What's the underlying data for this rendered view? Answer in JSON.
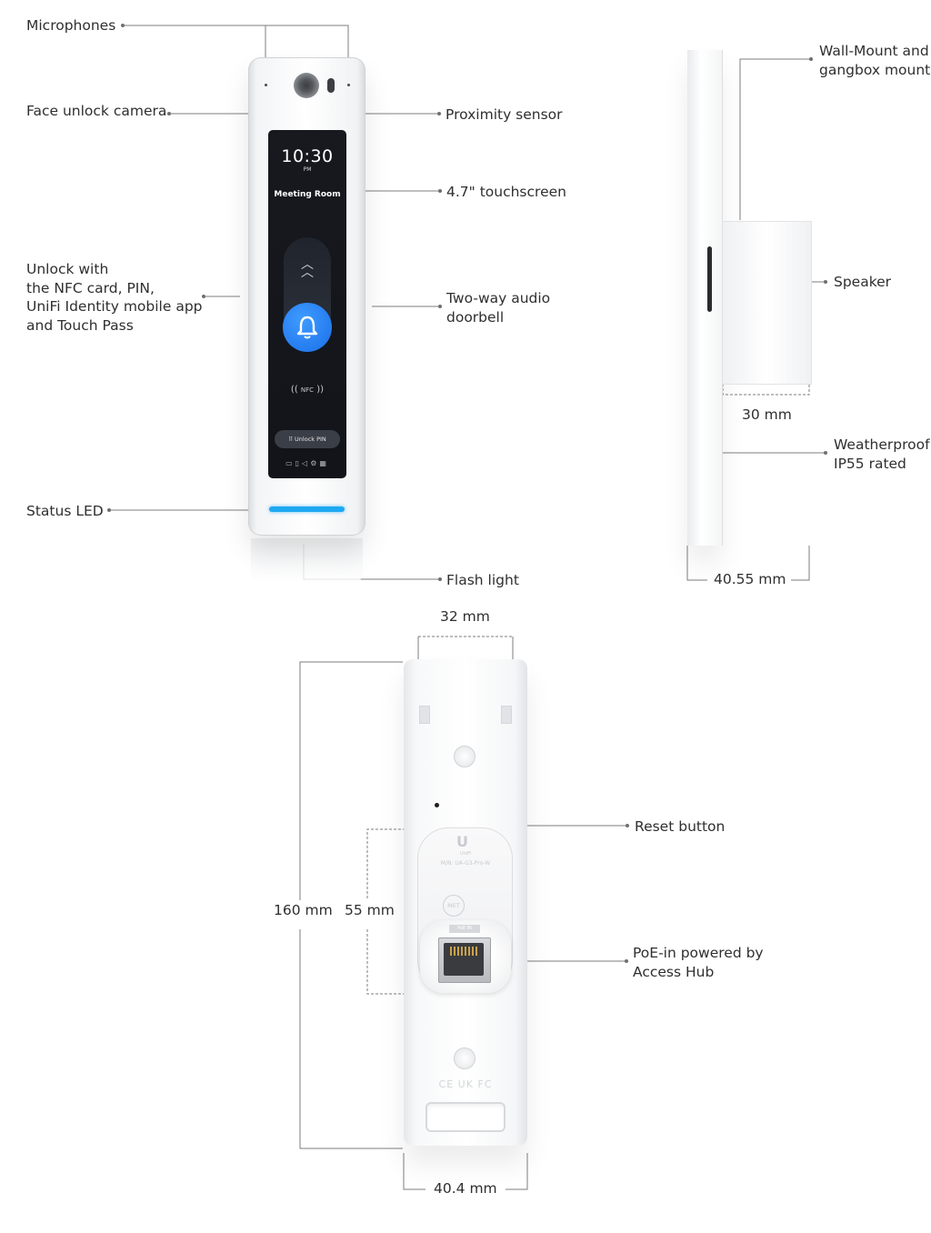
{
  "front_view": {
    "screen": {
      "time": "10:30",
      "ampm": "PM",
      "room": "Meeting Room",
      "nfc_label": "NFC",
      "unlock_pin_button": "Unlock PIN"
    },
    "labels": {
      "microphones": "Microphones",
      "face_unlock_camera": "Face unlock camera",
      "proximity_sensor": "Proximity sensor",
      "touchscreen": "4.7\" touchscreen",
      "unlock_with": [
        "Unlock with",
        "the NFC card, PIN,",
        "UniFi Identity mobile app",
        "and Touch Pass"
      ],
      "two_way_audio": [
        "Two-way audio",
        "doorbell"
      ],
      "status_led": "Status LED",
      "flash_light": "Flash light"
    },
    "led_color": "#1fa8f2"
  },
  "side_view": {
    "labels": {
      "wall_mount": [
        "Wall-Mount and",
        "gangbox mount"
      ],
      "speaker": "Speaker",
      "weatherproof": [
        "Weatherproof",
        "IP55 rated"
      ]
    },
    "dimensions": {
      "depth_mount": "30 mm",
      "depth_total": "40.55 mm"
    }
  },
  "back_view": {
    "labels": {
      "reset_button": "Reset button",
      "poe_in": [
        "PoE-in powered by",
        "Access Hub"
      ]
    },
    "dimensions": {
      "mount_width": "32 mm",
      "height": "160 mm",
      "panel_height": "55 mm",
      "width": "40.4 mm"
    },
    "product_label": {
      "model": "M/N: UA-G3-Pro-W",
      "brand": "UniFi",
      "met_mark": "MET",
      "port_label": "PoE IN",
      "certs": "CE UK FC"
    }
  }
}
